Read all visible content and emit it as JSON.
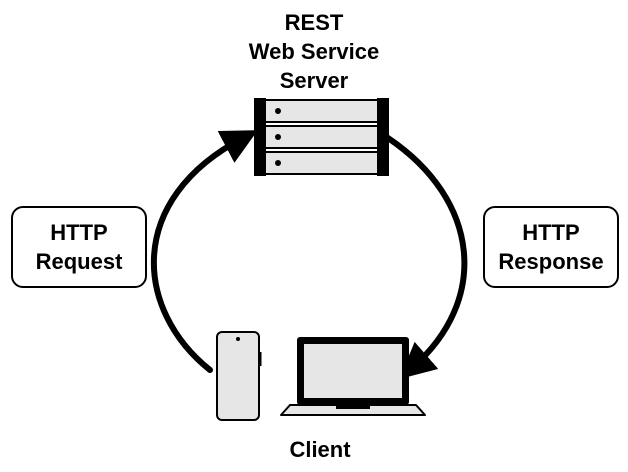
{
  "server": {
    "title_lines": [
      "REST",
      "Web Service",
      "Server"
    ]
  },
  "request_box": {
    "lines": [
      "HTTP",
      "Request"
    ]
  },
  "response_box": {
    "lines": [
      "HTTP",
      "Response"
    ]
  },
  "client": {
    "label": "Client"
  },
  "colors": {
    "stroke": "#000000",
    "device_fill": "#e6e6e6",
    "background": "#ffffff"
  },
  "icons": [
    "server-rack-icon",
    "smartphone-icon",
    "laptop-icon",
    "arrow-request-icon",
    "arrow-response-icon"
  ]
}
